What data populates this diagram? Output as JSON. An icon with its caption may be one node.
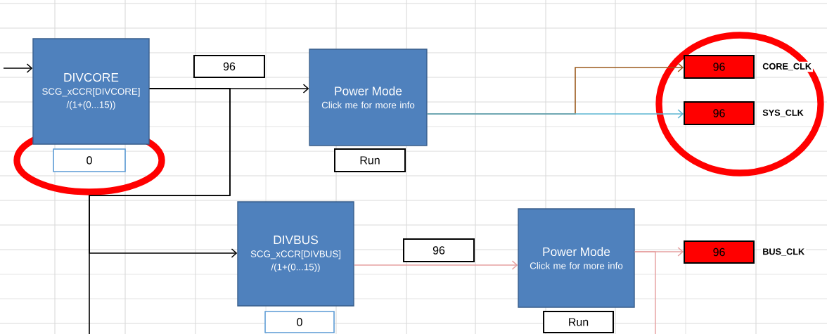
{
  "diagram": {
    "nodes": [
      {
        "text": [
          "DIVCORE",
          "SCG_xCCR[DIVCORE]",
          "/(1+(0...15))"
        ]
      },
      {
        "text": [
          "0"
        ]
      },
      {
        "text": [
          "96"
        ]
      },
      {
        "text": [
          "Power Mode",
          "Click me for more info"
        ]
      },
      {
        "text": [
          "Run"
        ]
      },
      {
        "text": [
          "96"
        ],
        "beside": [
          "CORE_CLK"
        ]
      },
      {
        "text": [
          "96"
        ],
        "beside": [
          "SYS_CLK"
        ]
      },
      {
        "text": [
          "DIVBUS",
          "SCG_xCCR[DIVBUS]",
          "/(1+(0...15))"
        ]
      },
      {
        "text": [
          "0"
        ]
      },
      {
        "text": [
          "96"
        ]
      },
      {
        "text": [
          "Power Mode",
          "Click me for more info"
        ]
      },
      {
        "text": [
          "Run"
        ]
      },
      {
        "text": [
          "96"
        ],
        "beside": [
          "BUS_CLK"
        ]
      }
    ],
    "edges": [
      {
        "from": null,
        "to": 0,
        "arrow": "to"
      },
      {
        "from": 0,
        "to": 3,
        "arrow": "to"
      },
      {
        "from": 0,
        "to": 7,
        "arrow": "to"
      },
      {
        "from": 0,
        "to": null,
        "arrow": "none"
      },
      {
        "from": 3,
        "to": 5,
        "arrow": "to",
        "color": "#9c5b1e"
      },
      {
        "from": 3,
        "to": 6,
        "arrow": "to",
        "color": "#5ab4d2"
      },
      {
        "from": 7,
        "to": 10,
        "arrow": "to",
        "color": "#e6a0a0"
      },
      {
        "from": 10,
        "to": 12,
        "arrow": "to",
        "color": "#e6a0a0"
      },
      {
        "from": 10,
        "to": null,
        "arrow": "none",
        "color": "#e6a0a0"
      }
    ]
  }
}
